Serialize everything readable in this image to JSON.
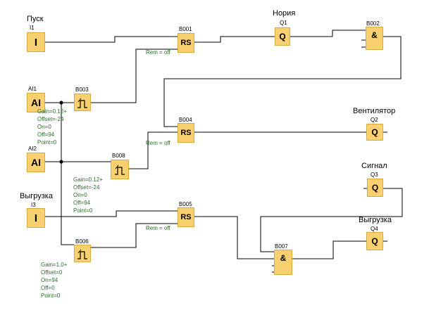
{
  "inputs": {
    "i1": {
      "name": "Пуск",
      "id": "I1",
      "symbol": "I"
    },
    "ai1": {
      "id": "AI1",
      "symbol": "AI",
      "params": [
        "Gain=0.12+",
        "Offset=-24",
        "On=0",
        "Off=94",
        "Point=0"
      ]
    },
    "ai2": {
      "id": "AI2",
      "symbol": "AI"
    },
    "i3": {
      "name": "Выгрузка",
      "id": "I3",
      "symbol": "I"
    }
  },
  "blocks": {
    "b001": {
      "id": "B001",
      "symbol": "RS",
      "param": "Rem = off"
    },
    "b002": {
      "id": "B002",
      "symbol": "&"
    },
    "b003": {
      "id": "B003",
      "symbol": "threshold"
    },
    "b004": {
      "id": "B004",
      "symbol": "RS",
      "param": "Rem = off"
    },
    "b005": {
      "id": "B005",
      "symbol": "RS",
      "param": "Rem = off"
    },
    "b006": {
      "id": "B006",
      "symbol": "threshold",
      "params": [
        "Gain=1.0+",
        "Offset=0",
        "On=94",
        "Off=0",
        "Point=0"
      ]
    },
    "b007": {
      "id": "B007",
      "symbol": "&"
    },
    "b008": {
      "id": "B008",
      "symbol": "threshold",
      "params": [
        "Gain=0.12+",
        "Offset=-24",
        "On=0",
        "Off=94",
        "Point=0"
      ]
    }
  },
  "outputs": {
    "q1": {
      "name": "Нория",
      "id": "Q1",
      "symbol": "Q"
    },
    "q2": {
      "name": "Вентилятор",
      "id": "Q2",
      "symbol": "Q"
    },
    "q3": {
      "name": "Сигнал",
      "id": "Q3",
      "symbol": "Q"
    },
    "q4": {
      "name": "Выгрузка",
      "id": "Q4",
      "symbol": "Q"
    }
  },
  "colors": {
    "block_fill": "#f8d070",
    "param_text": "#2e6b2e",
    "wire": "#000000"
  }
}
